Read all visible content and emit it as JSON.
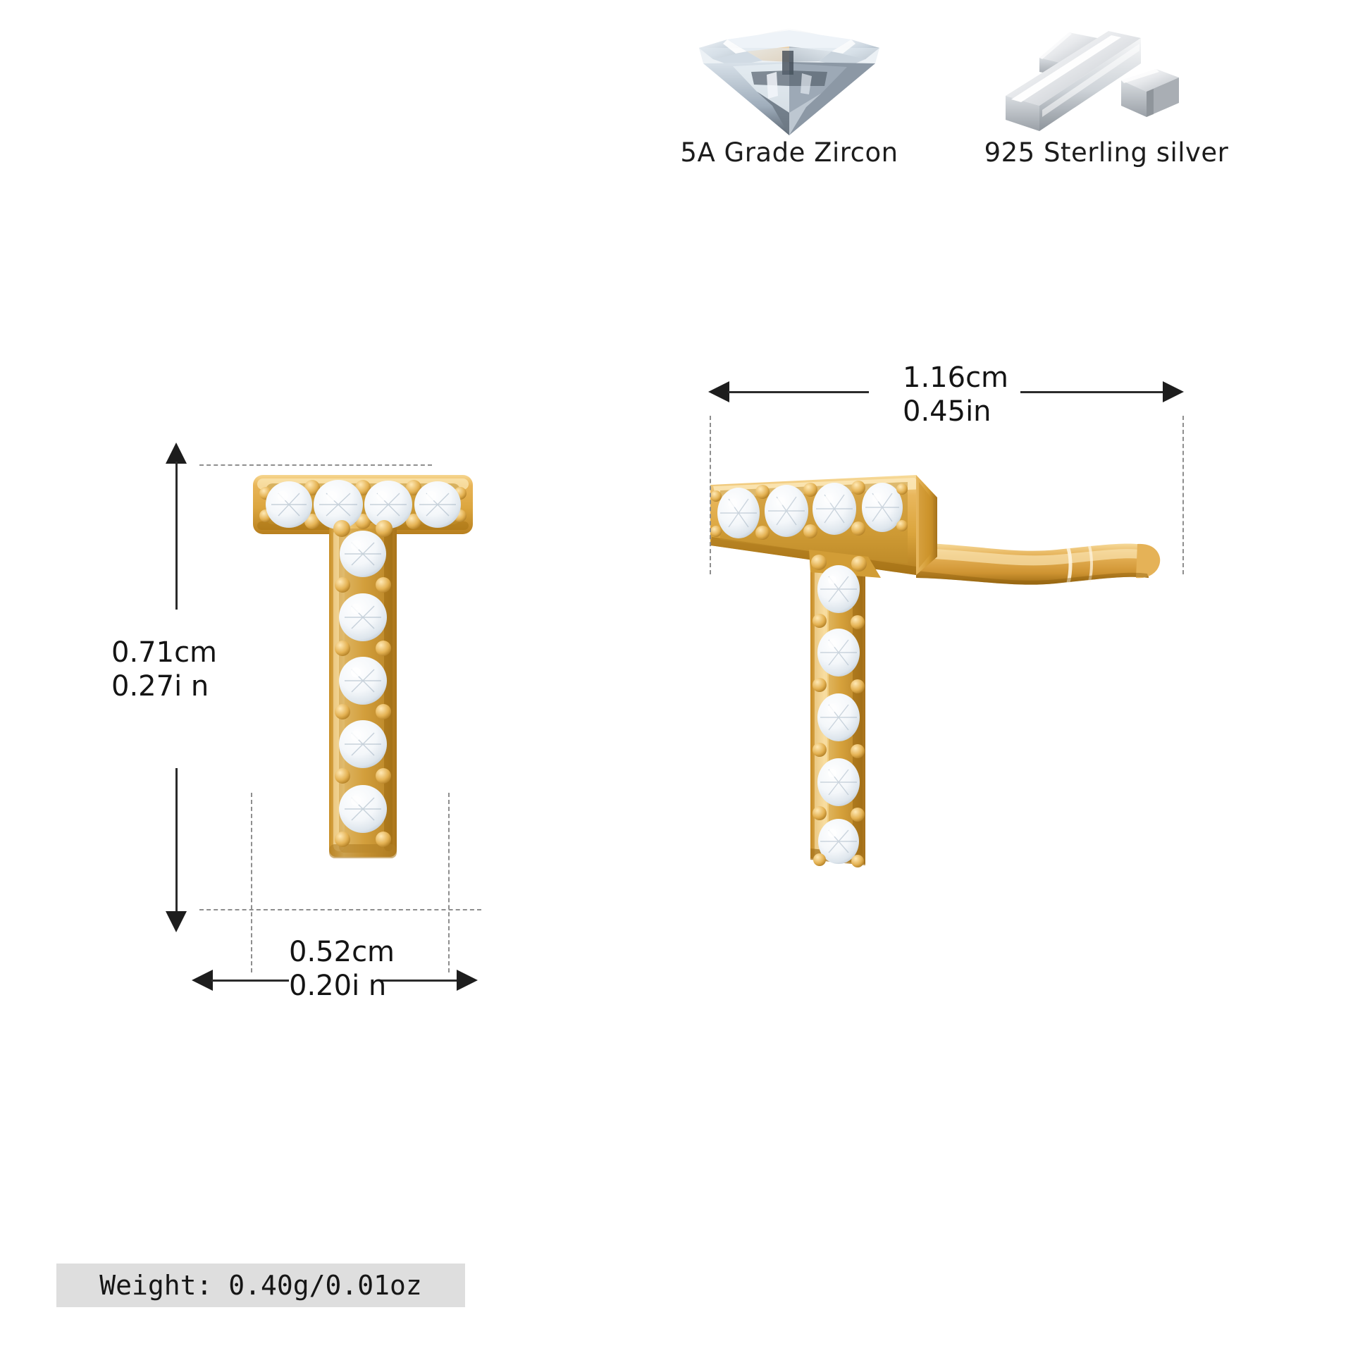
{
  "materials": [
    {
      "icon": "diamond-icon",
      "label": "5A Grade Zircon"
    },
    {
      "icon": "silver-bars-icon",
      "label": "925 Sterling silver"
    }
  ],
  "product": {
    "letter": "T",
    "metal_color": "#e3b04b",
    "stone_color": "#ffffff",
    "views": [
      {
        "name": "front-view",
        "letter": "T"
      },
      {
        "name": "angled-view-with-post",
        "letter": "T"
      }
    ]
  },
  "dimensions": {
    "height": {
      "cm": "0.71cm",
      "in": "0.27i n"
    },
    "width": {
      "cm": "0.52cm",
      "in": "0.20i n"
    },
    "length": {
      "cm": "1.16cm",
      "in": "0.45in"
    }
  },
  "weight": {
    "label": "Weight: 0.40g/0.01oz"
  },
  "colors": {
    "gold": "#e0ab45",
    "gold_light": "#f7dd9b",
    "gold_dark": "#b07f25",
    "silver": "#c9ccd1",
    "banner_bg": "#dedede",
    "line": "#2b2b2b",
    "dash": "#8e8e8e"
  }
}
